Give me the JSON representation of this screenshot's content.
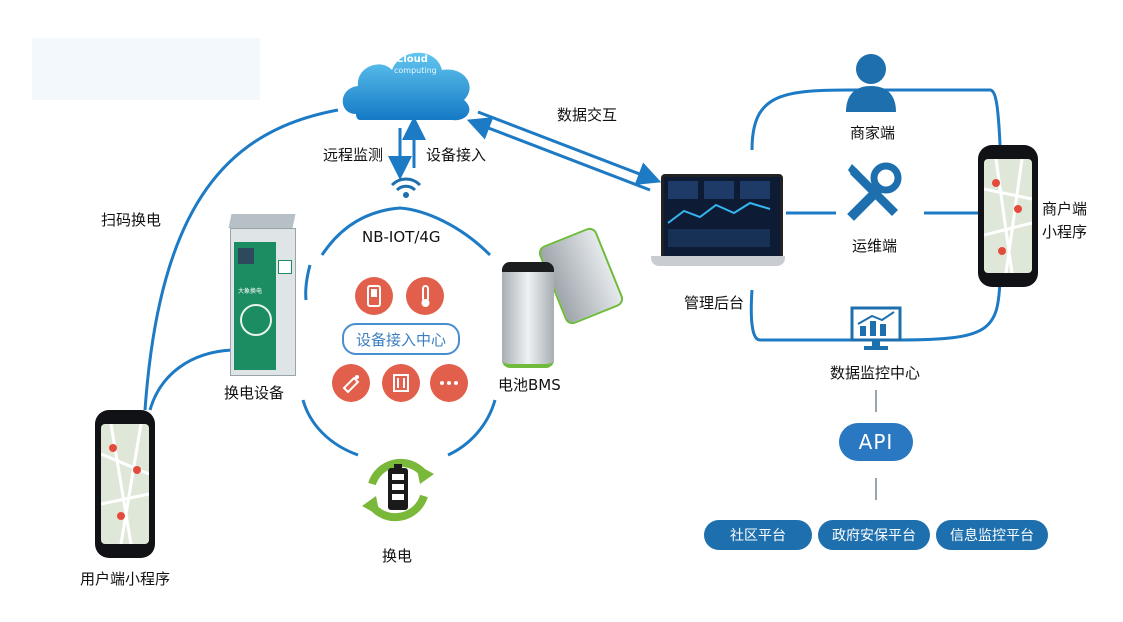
{
  "cloud": {
    "text_top": "Cloud",
    "text_bottom": "computing"
  },
  "labels": {
    "data_exchange": "数据交互",
    "remote_monitor": "远程监测",
    "device_access": "设备接入",
    "scan_swap": "扫码换电",
    "nb_iot": "NB-IOT/4G",
    "device_access_center": "设备接入中心",
    "swap_device": "换电设备",
    "battery_bms": "电池BMS",
    "swap": "换电",
    "user_miniprogram": "用户端小程序",
    "admin_backend": "管理后台",
    "merchant_end": "商家端",
    "ops_end": "运维端",
    "merchant_miniprogram_line1": "商户端",
    "merchant_miniprogram_line2": "小程序",
    "data_monitor_center": "数据监控中心",
    "api": "API"
  },
  "platforms": [
    "社区平台",
    "政府安保平台",
    "信息监控平台"
  ],
  "cabinet": {
    "brand": "大象换电"
  },
  "hub_icons": [
    "phone-icon",
    "thermometer-icon",
    "smoke-icon",
    "door-icon",
    "more-icon"
  ],
  "colors": {
    "line": "#1d7ac4",
    "pill": "#1d6fae",
    "hub": "#e2604b",
    "swap_ring": "#7ab83a"
  }
}
